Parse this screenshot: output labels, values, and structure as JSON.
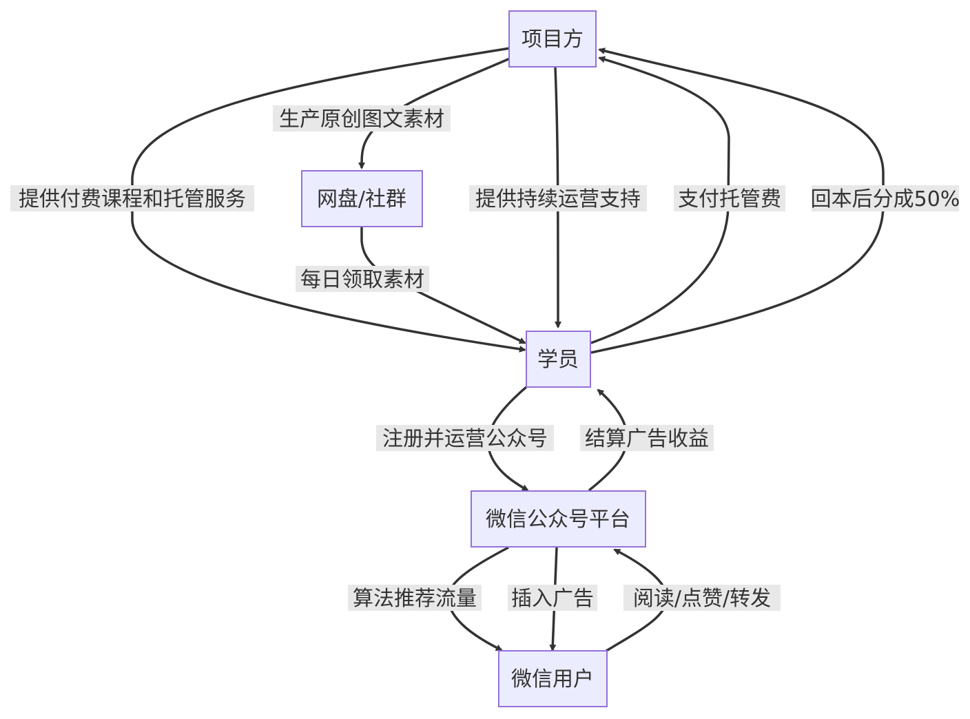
{
  "nodes": {
    "project": "项目方",
    "netdisk": "网盘/社群",
    "student": "学员",
    "platform": "微信公众号平台",
    "users": "微信用户"
  },
  "edges": {
    "produce": "生产原创图文素材",
    "paid_course": "提供付费课程和托管服务",
    "daily": "每日领取素材",
    "support": "提供持续运营支持",
    "pay_fee": "支付托管费",
    "share": "回本后分成50%",
    "register": "注册并运营公众号",
    "settle": "结算广告收益",
    "algorithm": "算法推荐流量",
    "ads": "插入广告",
    "read": "阅读/点赞/转发"
  }
}
